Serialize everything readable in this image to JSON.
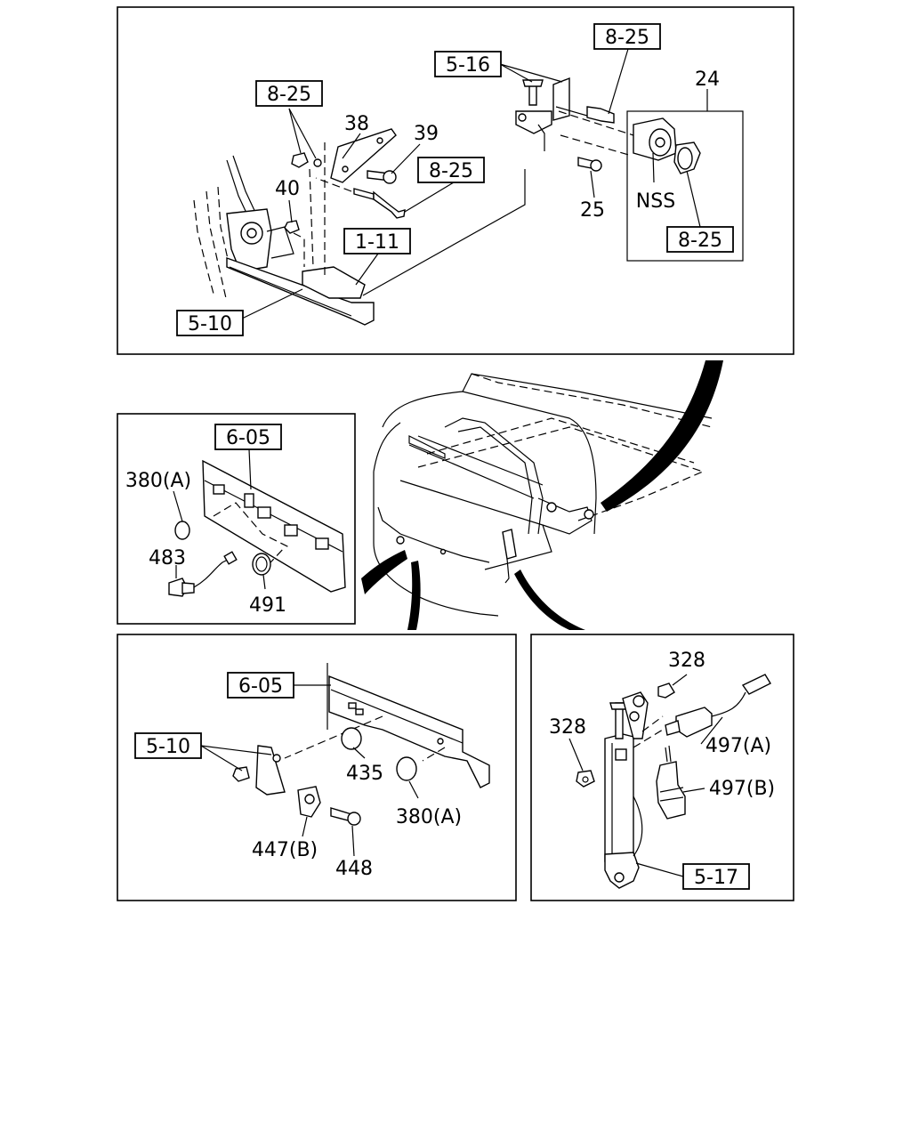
{
  "labels": {
    "top_8_25_right": "8-25",
    "top_5_16": "5-16",
    "top_24": "24",
    "top_8_25_left": "8-25",
    "top_38": "38",
    "top_39": "39",
    "top_8_25_mid": "8-25",
    "top_40": "40",
    "top_1_11": "1-11",
    "top_25": "25",
    "top_nss": "NSS",
    "top_8_25_nss": "8-25",
    "top_5_10": "5-10",
    "mid_6_05": "6-05",
    "mid_380a": "380(A)",
    "mid_483": "483",
    "mid_491": "491",
    "bl_6_05": "6-05",
    "bl_5_10": "5-10",
    "bl_435": "435",
    "bl_380a": "380(A)",
    "bl_447b": "447(B)",
    "bl_448": "448",
    "br_328_top": "328",
    "br_328_left": "328",
    "br_497a": "497(A)",
    "br_497b": "497(B)",
    "br_5_17": "5-17"
  }
}
